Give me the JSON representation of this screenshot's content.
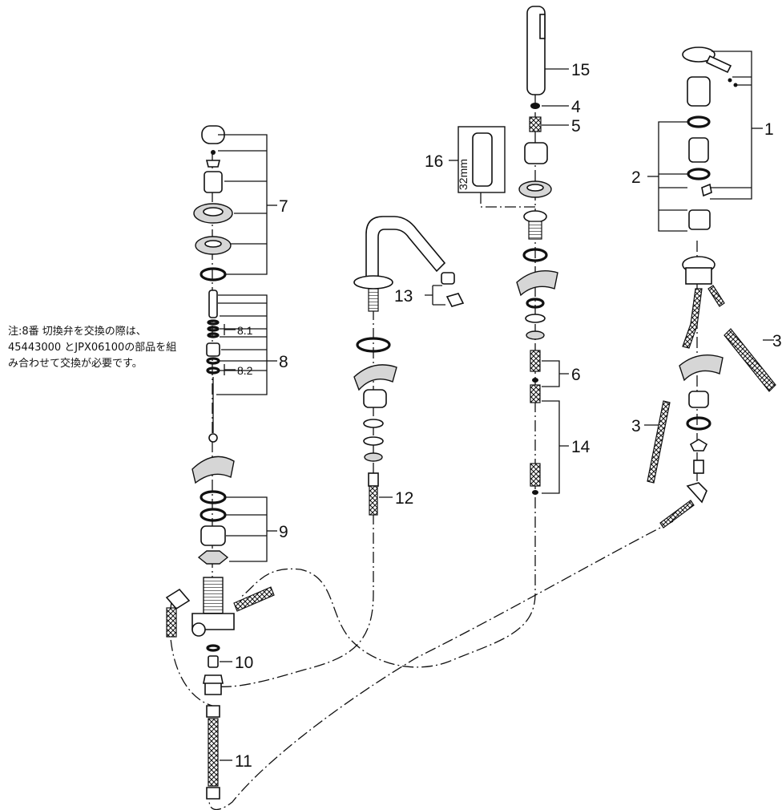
{
  "callouts": {
    "c1": "1",
    "c2": "2",
    "c3a": "3",
    "c3b": "3",
    "c4": "4",
    "c5": "5",
    "c6": "6",
    "c7": "7",
    "c8": "8",
    "c8_1": "8.1",
    "c8_2": "8.2",
    "c9": "9",
    "c10": "10",
    "c11": "11",
    "c12": "12",
    "c13": "13",
    "c14": "14",
    "c15": "15",
    "c16": "16"
  },
  "dimension": {
    "width_label": "32mm"
  },
  "note": {
    "line1": "注:8番 切換弁を交換の際は、",
    "line2": "45443000 とJPX06100の部品を組",
    "line3": "み合わせて交換が必要です。"
  }
}
